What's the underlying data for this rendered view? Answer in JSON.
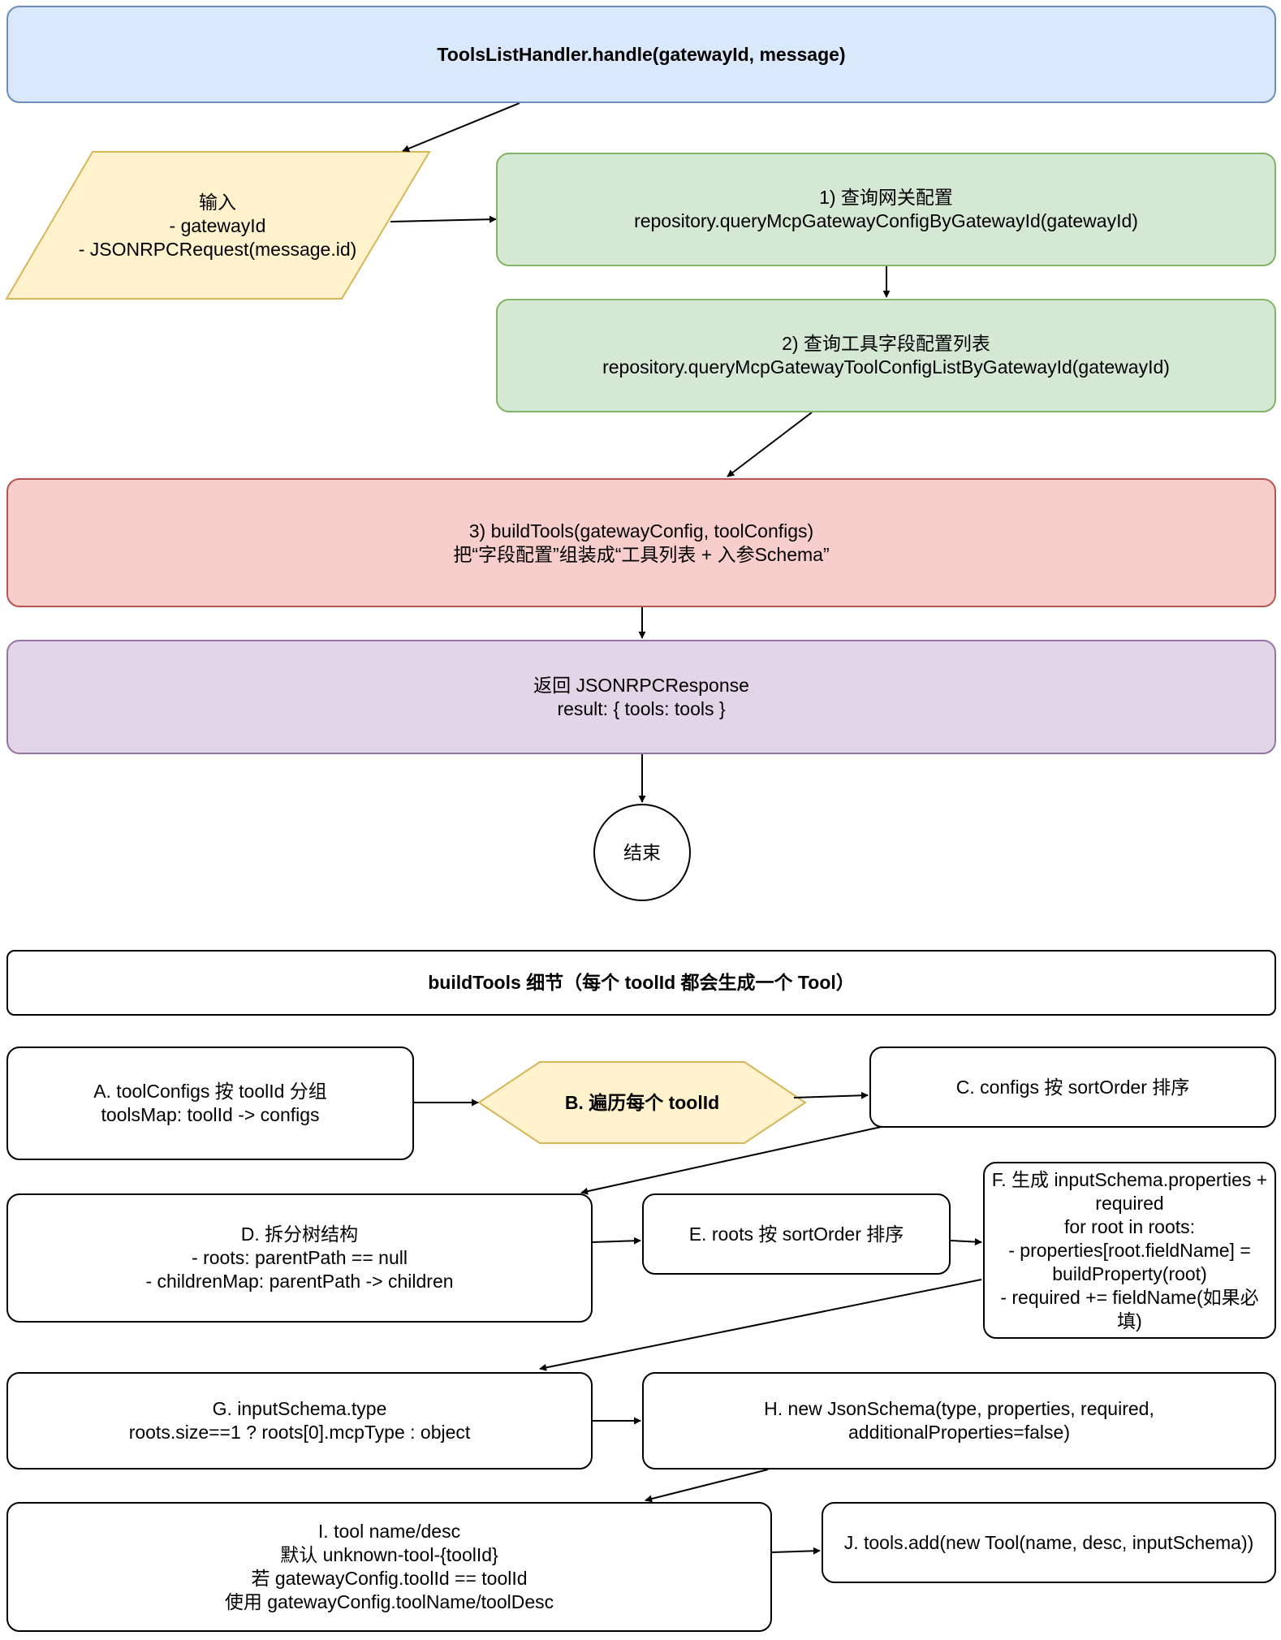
{
  "diagram": {
    "header": {
      "title": "ToolsListHandler.handle(gatewayId, message)"
    },
    "input": {
      "lines": [
        "输入",
        "- gatewayId",
        "- JSONRPCRequest(message.id)"
      ]
    },
    "step1": {
      "lines": [
        "1) 查询网关配置",
        "repository.queryMcpGatewayConfigByGatewayId(gatewayId)"
      ]
    },
    "step2": {
      "lines": [
        "2) 查询工具字段配置列表",
        "repository.queryMcpGatewayToolConfigListByGatewayId(gatewayId)"
      ]
    },
    "step3": {
      "lines": [
        "3) buildTools(gatewayConfig, toolConfigs)",
        "把“字段配置”组装成“工具列表 + 入参Schema”"
      ]
    },
    "response": {
      "lines": [
        "返回 JSONRPCResponse",
        "result: { tools: tools }"
      ]
    },
    "end": {
      "label": "结束"
    },
    "detail_header": {
      "title": "buildTools 细节（每个 toolId 都会生成一个 Tool）"
    },
    "nodeA": {
      "lines": [
        "A. toolConfigs 按 toolId 分组",
        "toolsMap: toolId -> configs"
      ]
    },
    "nodeB": {
      "label": "B. 遍历每个 toolId"
    },
    "nodeC": {
      "lines": [
        "C. configs 按 sortOrder 排序"
      ]
    },
    "nodeD": {
      "lines": [
        "D. 拆分树结构",
        "- roots: parentPath == null",
        "- childrenMap: parentPath -> children"
      ]
    },
    "nodeE": {
      "lines": [
        "E. roots 按 sortOrder 排序"
      ]
    },
    "nodeF": {
      "lines": [
        "F. 生成 inputSchema.properties +",
        "required",
        "for root in roots:",
        "- properties[root.fieldName] =",
        "buildProperty(root)",
        "- required += fieldName(如果必",
        "填)"
      ]
    },
    "nodeG": {
      "lines": [
        "G. inputSchema.type",
        "roots.size==1 ? roots[0].mcpType : object"
      ]
    },
    "nodeH": {
      "lines": [
        "H. new JsonSchema(type, properties, required,",
        "additionalProperties=false)"
      ]
    },
    "nodeI": {
      "lines": [
        "I. tool name/desc",
        "默认 unknown-tool-{toolId}",
        "若 gatewayConfig.toolId == toolId",
        "使用 gatewayConfig.toolName/toolDesc"
      ]
    },
    "nodeJ": {
      "lines": [
        "J. tools.add(new Tool(name, desc, inputSchema))"
      ]
    },
    "colors": {
      "blue_fill": "#dae8fc",
      "blue_stroke": "#6c8ebf",
      "yellow_fill": "#fff2cc",
      "yellow_stroke": "#d6b656",
      "green_fill": "#d5e8d4",
      "green_stroke": "#82b366",
      "red_fill": "#f8cecc",
      "red_stroke": "#b85450",
      "purple_fill": "#e1d5e7",
      "purple_stroke": "#9673a6"
    }
  }
}
